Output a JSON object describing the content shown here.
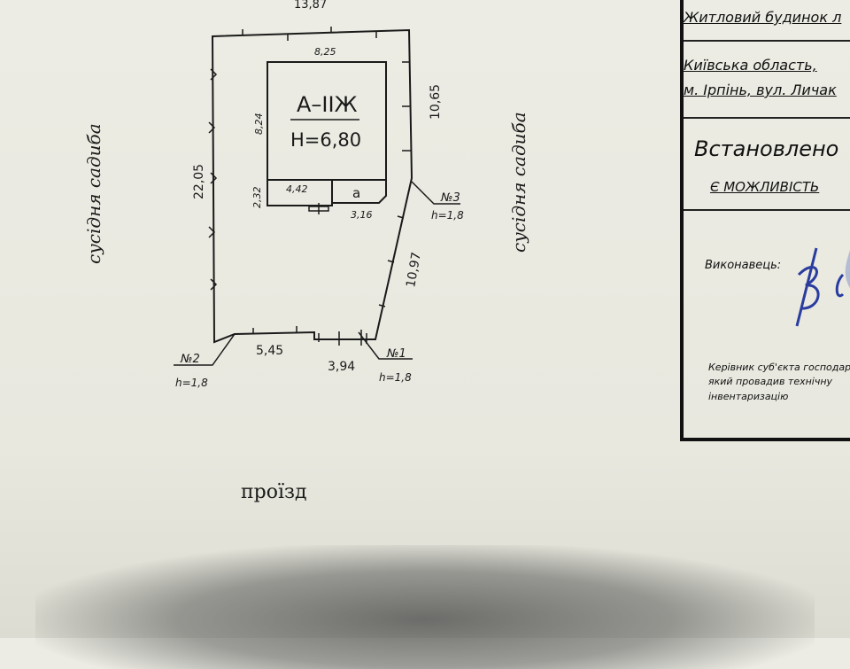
{
  "plan": {
    "neighbor_left": "сусідня садиба",
    "neighbor_right": "сусідня садиба",
    "passage": "проїзд",
    "dims": {
      "top": "13,87",
      "building_width": "8,25",
      "building_height": "8,24",
      "right": "10,65",
      "left": "22,05",
      "annex_width": "4,42",
      "annex_height": "2,32",
      "annex_right": "3,16",
      "diagonal": "10,97",
      "bottom_left": "5,45",
      "bottom_right": "3,94"
    },
    "building": {
      "label": "А–ІІЖ",
      "height": "Н=6,80",
      "annex": "а"
    },
    "points": [
      {
        "id": "№1",
        "h": "h=1,8"
      },
      {
        "id": "№2",
        "h": "h=1,8"
      },
      {
        "id": "№3",
        "h": "h=1,8"
      }
    ]
  },
  "title_block": {
    "object": "Житловий будинок л",
    "address_line1": "Київська область, ",
    "address_line2": "м. Ірпінь, вул. Личак",
    "established": "Встановлено",
    "possibility": "є можливість",
    "performer_label": "Виконавець:",
    "head_line1": "Керівник суб'єкта господар",
    "head_line2": "який провадив технічну",
    "head_line3": "інвентаризацію"
  }
}
